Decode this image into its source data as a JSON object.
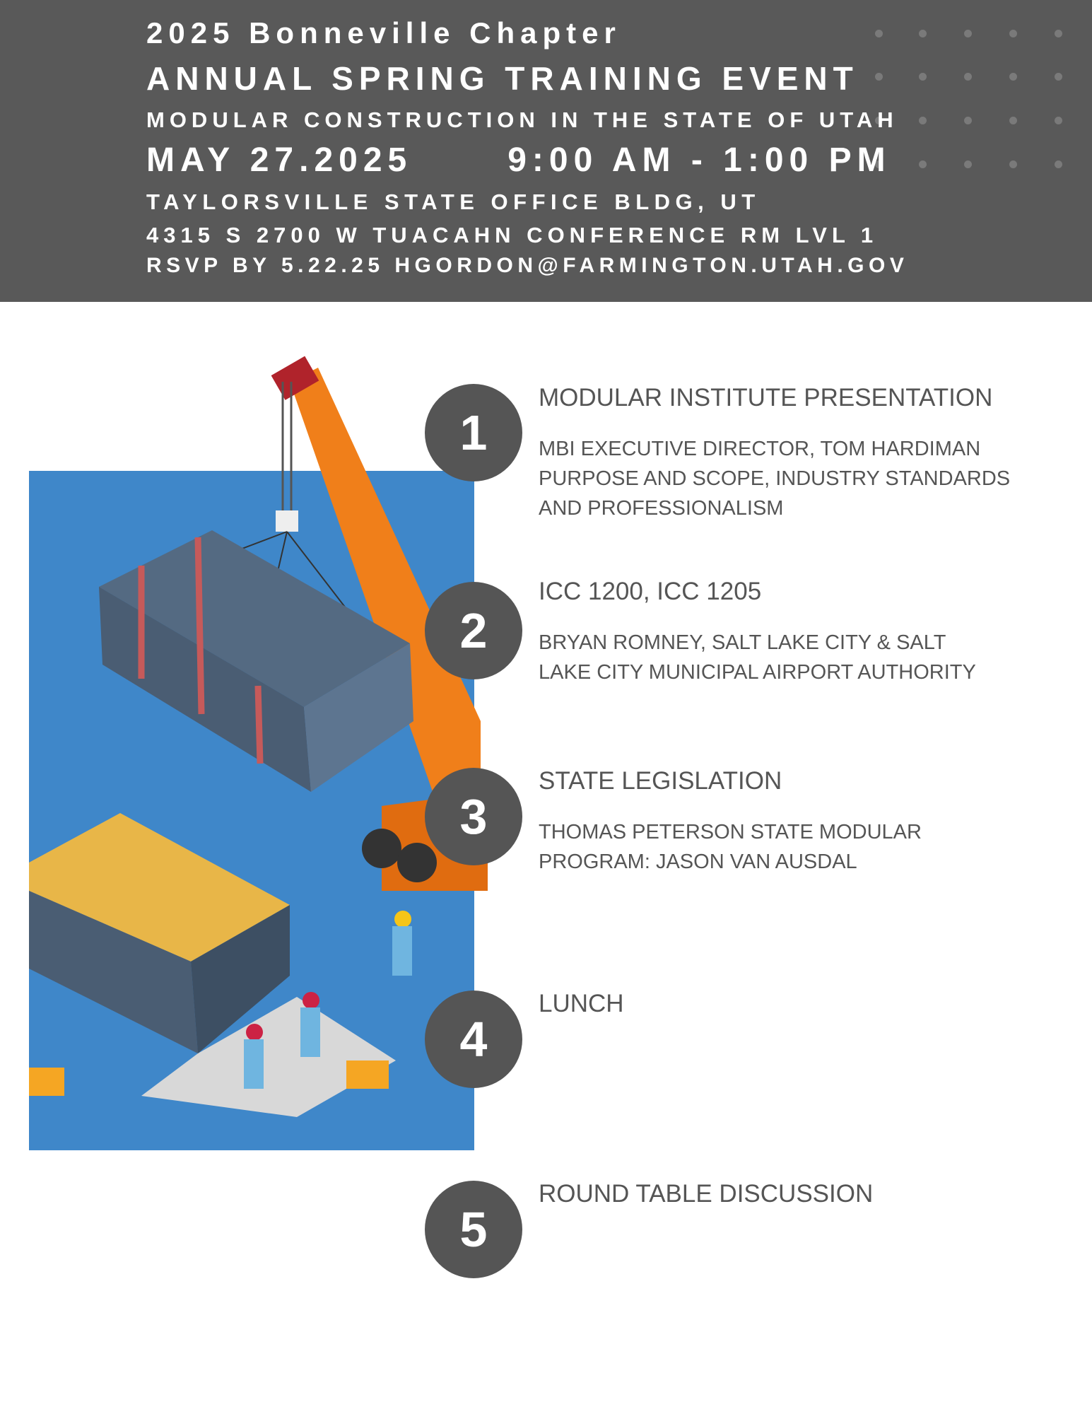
{
  "header": {
    "chapter": "2025 Bonneville Chapter",
    "event_title": "ANNUAL SPRING TRAINING EVENT",
    "subtitle": "MODULAR CONSTRUCTION IN THE STATE OF UTAH",
    "date": "MAY 27.2025",
    "time": "9:00 AM - 1:00 PM",
    "location": "TAYLORSVILLE STATE OFFICE BLDG, UT",
    "address": "4315 S 2700 W TUACAHN CONFERENCE RM LVL 1",
    "rsvp": "RSVP BY 5.22.25  HGORDON@FARMINGTON.UTAH.GOV"
  },
  "colors": {
    "header_bg": "#595959",
    "circle": "#555555",
    "illustration_blue": "#3f87c9",
    "crane": "#f07f1a"
  },
  "agenda": [
    {
      "number": "1",
      "title": "MODULAR INSTITUTE PRESENTATION",
      "details": [
        "MBI EXECUTIVE DIRECTOR, TOM HARDIMAN",
        "PURPOSE AND SCOPE, INDUSTRY STANDARDS",
        "AND PROFESSIONALISM"
      ]
    },
    {
      "number": "2",
      "title": "ICC 1200, ICC 1205",
      "details": [
        "BRYAN ROMNEY, SALT LAKE CITY & SALT",
        "LAKE CITY MUNICIPAL AIRPORT AUTHORITY"
      ]
    },
    {
      "number": "3",
      "title": "STATE LEGISLATION",
      "details": [
        "THOMAS PETERSON STATE MODULAR",
        "PROGRAM: JASON VAN AUSDAL"
      ]
    },
    {
      "number": "4",
      "title": "LUNCH",
      "details": []
    },
    {
      "number": "5",
      "title": "ROUND TABLE DISCUSSION",
      "details": []
    }
  ]
}
